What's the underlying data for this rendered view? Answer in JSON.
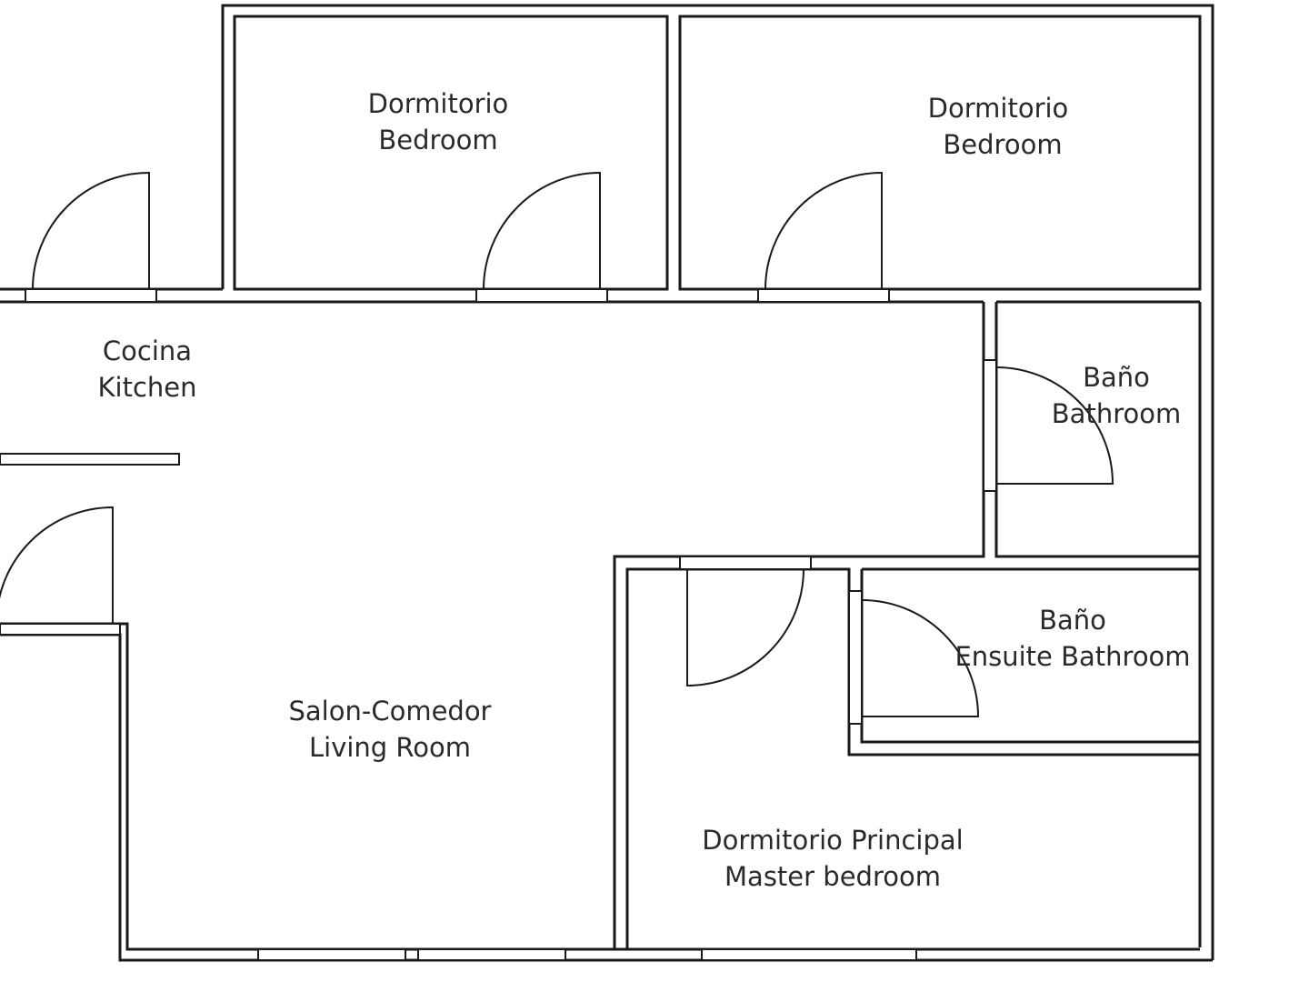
{
  "rooms": {
    "bedroom_1": {
      "es": "Dormitorio",
      "en": "Bedroom"
    },
    "bedroom_2": {
      "es": "Dormitorio",
      "en": "Bedroom"
    },
    "kitchen": {
      "es": "Cocina",
      "en": "Kitchen"
    },
    "bathroom": {
      "es": "Baño",
      "en": "Bathroom"
    },
    "ensuite": {
      "es": "Baño",
      "en": "Ensuite Bathroom"
    },
    "living": {
      "es": "Salon-Comedor",
      "en": "Living Room"
    },
    "master": {
      "es": "Dormitorio Principal",
      "en": "Master bedroom"
    }
  },
  "colors": {
    "line": "#1a1a1a",
    "text": "#2a2a2a",
    "background": "#ffffff"
  }
}
